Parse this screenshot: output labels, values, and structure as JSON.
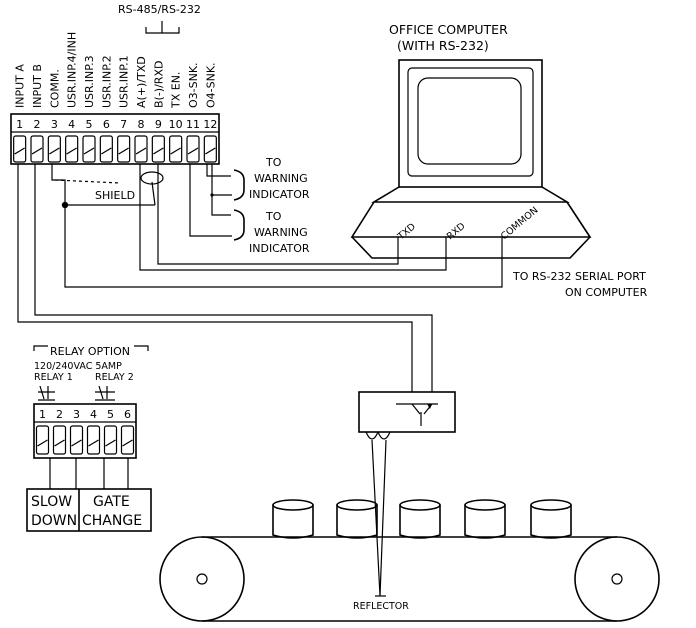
{
  "rs_header": "RS-485/RS-232",
  "terminals": {
    "numbers": [
      "1",
      "2",
      "3",
      "4",
      "5",
      "6",
      "7",
      "8",
      "9",
      "10",
      "11",
      "12"
    ],
    "labels": [
      "INPUT A",
      "INPUT B",
      "COMM.",
      "USR.INP.4/INH",
      "USR.INP.3",
      "USR.INP.2",
      "USR.INP.1",
      "A(+)/TXD",
      "B(-)/RXD",
      "TX EN.",
      "O3-SNK.",
      "O4-SNK."
    ]
  },
  "computer": {
    "title_line1": "OFFICE COMPUTER",
    "title_line2": "(WITH RS-232)",
    "port_txd": "TXD",
    "port_rxd": "RXD",
    "port_common": "COMMON",
    "port_note_line1": "TO RS-232 SERIAL PORT",
    "port_note_line2": "ON COMPUTER"
  },
  "warning1": [
    "TO",
    "WARNING",
    "INDICATOR"
  ],
  "warning2": [
    "TO",
    "WARNING",
    "INDICATOR"
  ],
  "shield_label": "SHIELD",
  "relay": {
    "header": "RELAY OPTION",
    "spec": "120/240VAC 5AMP",
    "relay1": "RELAY 1",
    "relay2": "RELAY 2",
    "numbers": [
      "1",
      "2",
      "3",
      "4",
      "5",
      "6"
    ],
    "slow_line1": "SLOW",
    "slow_line2": "DOWN",
    "gate_line1": "GATE",
    "gate_line2": "CHANGE"
  },
  "reflector_label": "REFLECTOR"
}
